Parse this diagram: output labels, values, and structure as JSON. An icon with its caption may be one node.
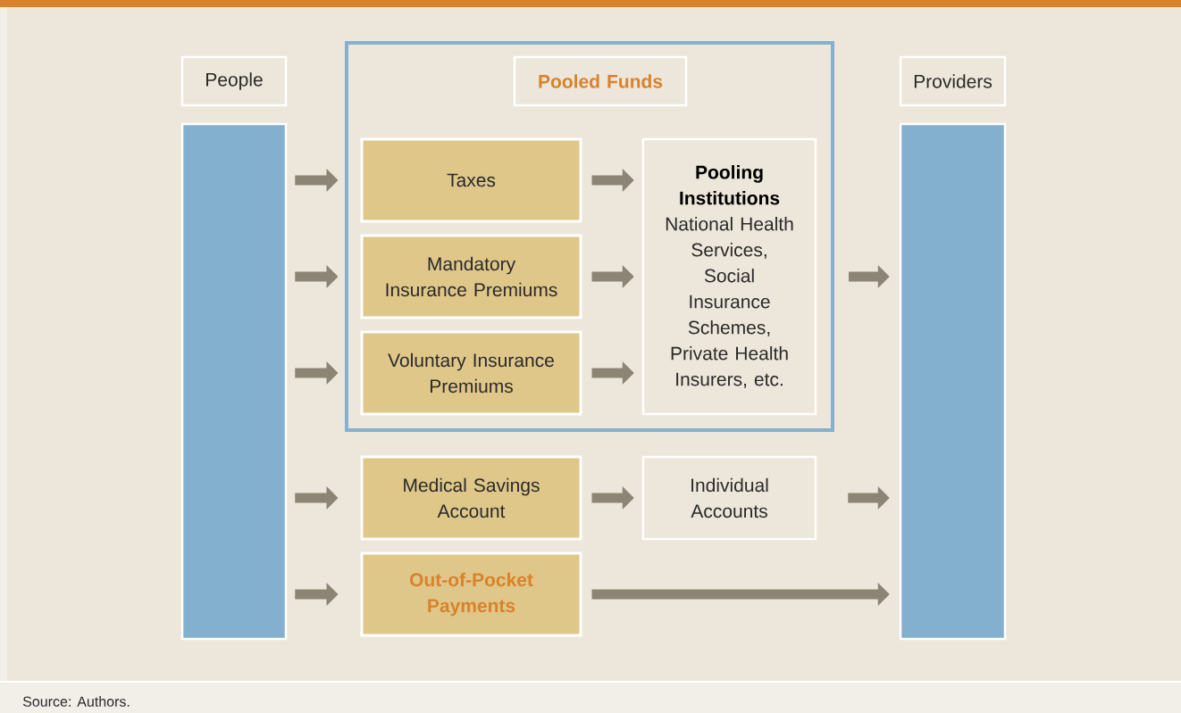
{
  "diagram": {
    "caption": "Source: Authors.",
    "nodes": [
      {
        "text": [
          "People"
        ]
      },
      {
        "text": [],
        "shape": "bar"
      },
      {
        "text": [],
        "shape": "box"
      },
      {
        "text": [
          "Pooled Funds"
        ],
        "in": 2
      },
      {
        "text": [
          "Taxes"
        ],
        "in": 2
      },
      {
        "text": [
          "Mandatory Insurance Premiums"
        ],
        "in": 2
      },
      {
        "text": [
          "Voluntary Insurance Premiums"
        ],
        "in": 2
      },
      {
        "text": [
          "Pooling Institutions",
          "National Health Services, Social Insurance Schemes, Private Health Insurers, etc."
        ],
        "in": 2
      },
      {
        "text": [
          "Medical Savings Account"
        ]
      },
      {
        "text": [
          "Individual Accounts"
        ]
      },
      {
        "text": [
          "Out-of-Pocket Payments"
        ]
      },
      {
        "text": [
          "Providers"
        ]
      },
      {
        "text": [],
        "shape": "bar"
      }
    ],
    "edges": [
      {
        "from": 1,
        "to": 4,
        "arrow": "to"
      },
      {
        "from": 1,
        "to": 5,
        "arrow": "to"
      },
      {
        "from": 1,
        "to": 6,
        "arrow": "to"
      },
      {
        "from": 1,
        "to": 8,
        "arrow": "to"
      },
      {
        "from": 1,
        "to": 10,
        "arrow": "to"
      },
      {
        "from": 4,
        "to": 7,
        "arrow": "to"
      },
      {
        "from": 5,
        "to": 7,
        "arrow": "to"
      },
      {
        "from": 6,
        "to": 7,
        "arrow": "to"
      },
      {
        "from": 2,
        "to": 12,
        "arrow": "to"
      },
      {
        "from": 8,
        "to": 9,
        "arrow": "to"
      },
      {
        "from": 9,
        "to": 12,
        "arrow": "to"
      },
      {
        "from": 10,
        "to": 12,
        "arrow": "to"
      }
    ]
  }
}
